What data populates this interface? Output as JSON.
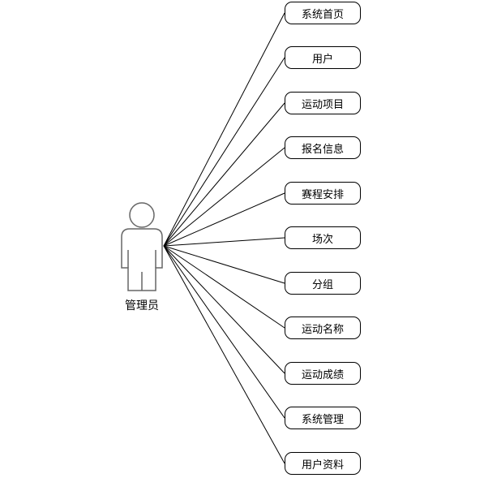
{
  "actor": {
    "label": "管理员"
  },
  "use_cases": [
    {
      "id": "system-home",
      "label": "系统首页"
    },
    {
      "id": "user",
      "label": "用户"
    },
    {
      "id": "sport-item",
      "label": "运动项目"
    },
    {
      "id": "registration-info",
      "label": "报名信息"
    },
    {
      "id": "schedule",
      "label": "赛程安排"
    },
    {
      "id": "session",
      "label": "场次"
    },
    {
      "id": "group",
      "label": "分组"
    },
    {
      "id": "sport-name",
      "label": "运动名称"
    },
    {
      "id": "sport-score",
      "label": "运动成绩"
    },
    {
      "id": "system-management",
      "label": "系统管理"
    },
    {
      "id": "user-profile",
      "label": "用户资料"
    }
  ]
}
